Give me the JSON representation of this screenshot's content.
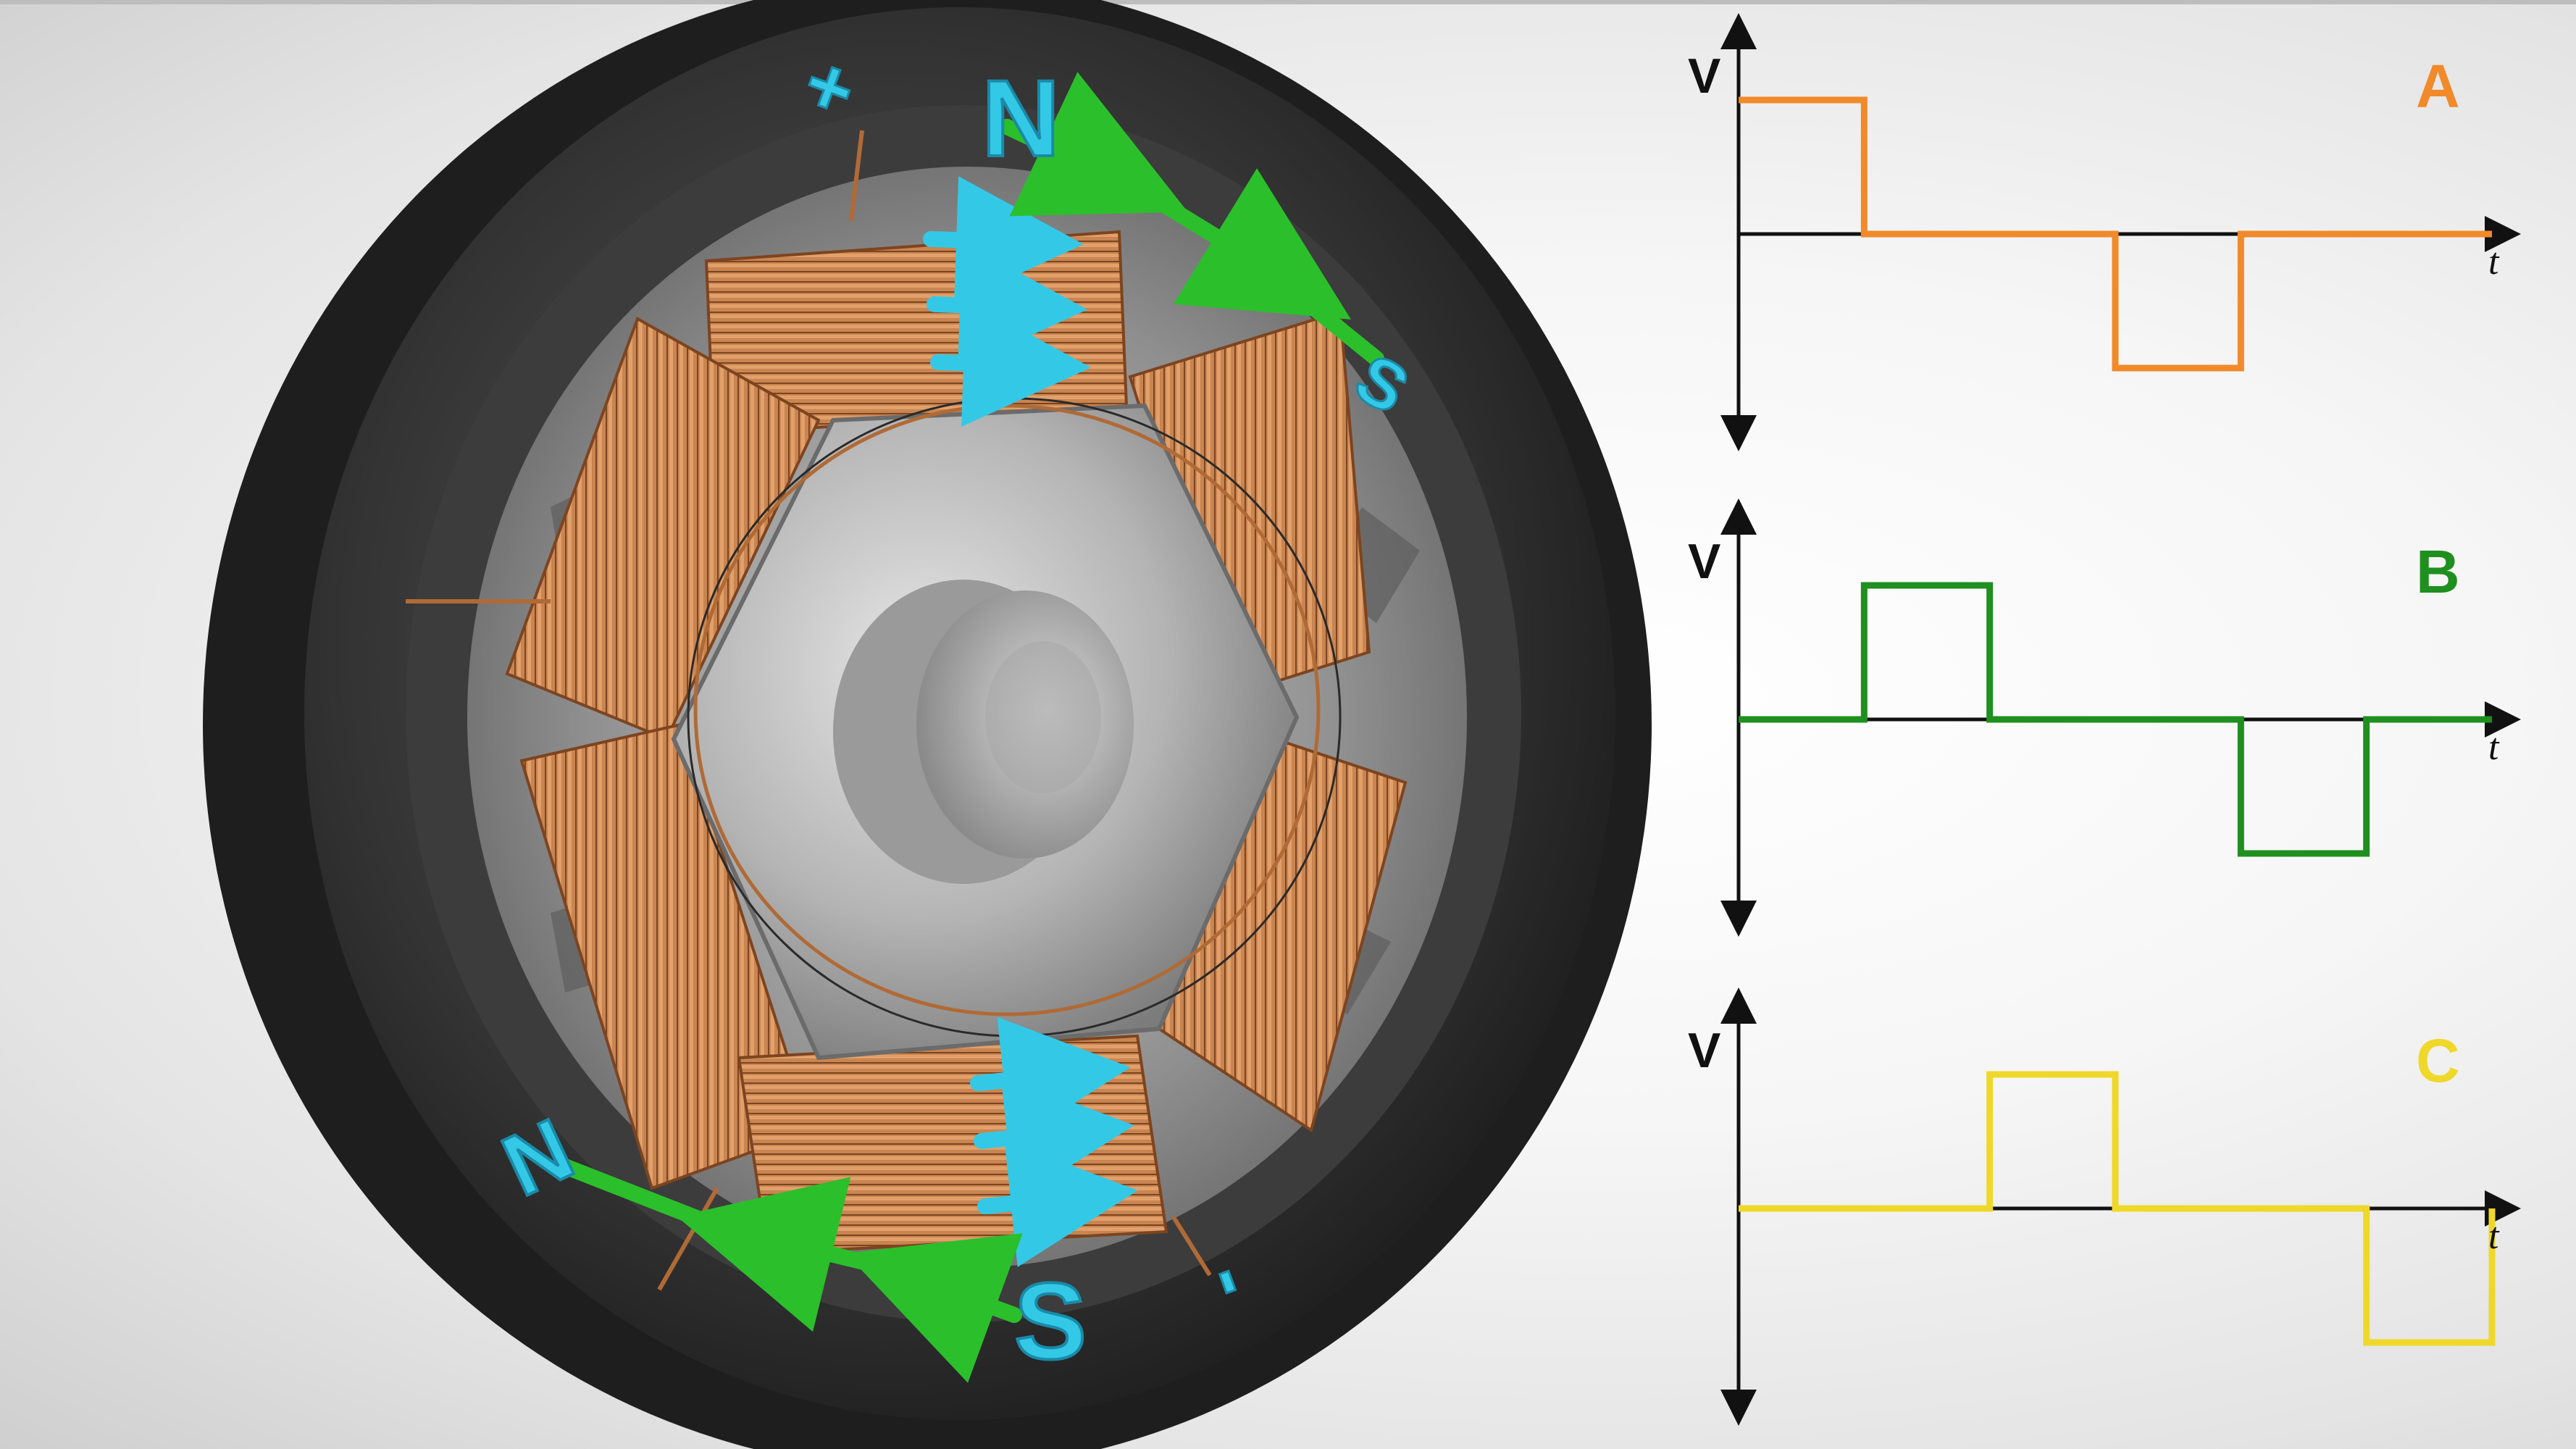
{
  "diagram": {
    "motor": {
      "poles": {
        "top": "N",
        "top_right": "S",
        "bottom_left": "N",
        "bottom": "S"
      },
      "terminals": {
        "positive": "+",
        "negative": "-"
      },
      "colors": {
        "housing": "#2e2e2e",
        "housing_rim": "#4a4a4a",
        "stator": "#9a9a9a",
        "rotor": "#bdbdbd",
        "copper": "#c07a45",
        "copper_dark": "#8a4d24",
        "field_arrow": "#2bbf2b",
        "current_arrow": "#33c9e6",
        "pole_text": "#33c9e6"
      }
    },
    "plots": {
      "axis_y_label": "V",
      "axis_x_label": "t",
      "colors": {
        "A": "#f08a2a",
        "B": "#1f8f1f",
        "C": "#f0d82a"
      }
    }
  },
  "chart_data": [
    {
      "type": "line",
      "name": "A",
      "x": [
        0,
        1,
        1,
        3,
        3,
        4,
        4,
        6
      ],
      "values": [
        1,
        1,
        0,
        0,
        -1,
        -1,
        0,
        0
      ],
      "xlabel": "t",
      "ylabel": "V",
      "ylim": [
        -1.5,
        1.5
      ],
      "xlim": [
        0,
        6
      ],
      "grid": false
    },
    {
      "type": "line",
      "name": "B",
      "x": [
        0,
        1,
        1,
        2,
        2,
        4,
        4,
        5,
        5,
        6
      ],
      "values": [
        0,
        0,
        1,
        1,
        0,
        0,
        -1,
        -1,
        0,
        0
      ],
      "xlabel": "t",
      "ylabel": "V",
      "ylim": [
        -1.5,
        1.5
      ],
      "xlim": [
        0,
        6
      ],
      "grid": false
    },
    {
      "type": "line",
      "name": "C",
      "x": [
        0,
        2,
        2,
        3,
        3,
        5,
        5,
        6,
        6
      ],
      "values": [
        0,
        0,
        1,
        1,
        0,
        0,
        -1,
        -1,
        0
      ],
      "xlabel": "t",
      "ylabel": "V",
      "ylim": [
        -1.5,
        1.5
      ],
      "xlim": [
        0,
        6
      ],
      "grid": false
    }
  ]
}
